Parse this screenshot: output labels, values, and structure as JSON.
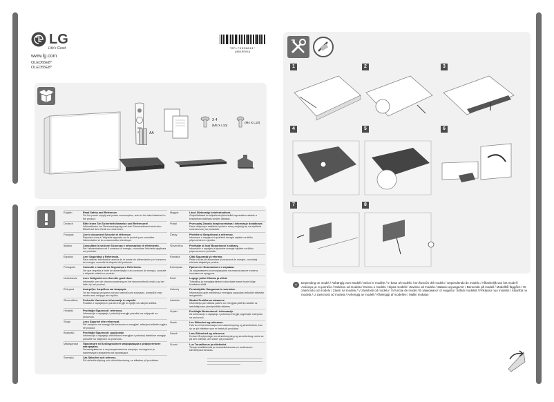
{
  "header": {
    "brand": "LG",
    "tagline": "Life's Good",
    "website": "www.lg.com",
    "models": [
      "OLED65E8*",
      "OLED55E8*"
    ],
    "barcode_text": "*MFL70359813*",
    "barcode_sub": "(1803-REV01)"
  },
  "parts": {
    "battery_label": "AA",
    "screw_qty": "X 4",
    "screw_spec_1": "(M5 X L10)",
    "screw_spec_2": "(M4 X L10)"
  },
  "steps": [
    "1",
    "2",
    "3",
    "4",
    "5",
    "6",
    "7",
    "8"
  ],
  "languages_left": [
    {
      "lang": "English",
      "title": "Read Safety and Reference.",
      "body": "For the power supply and power consumption, refer to the label attached to the product."
    },
    {
      "lang": "Deutsch",
      "title": "Bitte lesen Sie Sicherheitshinweise und Referenzen!",
      "body": "Informationen zur Stromversorgung und zum Stromverbrauch sind dem Etikett auf dem Gerät zu entnehmen."
    },
    {
      "lang": "Français",
      "title": "Lire le document Sécurité et référence.",
      "body": "Reportez-vous à l'étiquette apposée sur le produit pour connaître l'alimentation et la consommation électrique."
    },
    {
      "lang": "Italiano",
      "title": "Consultare la sezione Sicurezza e informazioni di riferimento.",
      "body": "Per l'alimentazione ed il consumo di energia, consultare l'etichetta applicata sul prodotto."
    },
    {
      "lang": "Español",
      "title": "Leer Seguridad y Referencia.",
      "body": "Para obtener información acerca de la fuente de alimentación y el consumo de energía, consulte la etiqueta del producto."
    },
    {
      "lang": "Português",
      "title": "Consulte o manual de Segurança e Referência.",
      "body": "Ver que respeita à fonte de alimentação e ao consumo de energia, consulte a etiqueta colada no produto."
    },
    {
      "lang": "Nederlands",
      "title": "Lees Veiligheid en referentie goed door.",
      "body": "Informatie over de stroomvoorziening en het stroomverbruik vindt u op het label op het product."
    },
    {
      "lang": "Ελληνικά",
      "title": "Ανατρέξτε: Ασφάλεια και Αναφορά.",
      "body": "Για την παροχή ρεύματος και την κατανάλωση ενέργειας, ανατρέξτε στην ετικέτα που υπάρχει στο προϊόν."
    },
    {
      "lang": "Slovenščina",
      "title": "Preberite Varnostne informacije in napotki.",
      "body": "Podatke o napajanju in porabi energije si oglejte na nalepki izdelka."
    },
    {
      "lang": "Hrvatski",
      "title": "Pročitajte Sigurnost i referenca.",
      "body": "Informacije o napajanju i potrošnji energije potražite na naljepnici na proizvodu."
    },
    {
      "lang": "Shqip",
      "title": "Lexo Sigurinë dhe referencat.",
      "body": "Për ushqimin me energji dhe konsumin e energjisë, referojuni etiketës ngjitur në produkt."
    },
    {
      "lang": "Bosanski",
      "title": "Pročitajte Sigurnost i upućivanje.",
      "body": "Informacije o napajanju električnom energijom i potrošnji električne energije potražite na naljepnici na proizvodu."
    },
    {
      "lang": "Македонски",
      "title": "Прочитајте ги Безбедносните информации и референтните материјали.",
      "body": "За напојувањето и потрошувачката на енергија, погледнете ја налепницата прикачена на производот."
    },
    {
      "lang": "Svenska",
      "title": "Läs Säkerhet och referens.",
      "body": "För strömförsörjning och strömförbrukning, se etiketten på produkten."
    }
  ],
  "languages_right": [
    {
      "lang": "Magyar",
      "title": "Lásd: Biztonsági óvintézkedések.",
      "body": "A tápellátással és teljesítményfelvétellel kapcsolatos adatok a készüléken található címkén láthatók."
    },
    {
      "lang": "Polski",
      "title": "Przeczytaj Zasady bezpieczeństwa i informacje dodatkowe.",
      "body": "Dane dotyczące zasilania i poboru mocy znajdują się na etykiecie umieszczonej na produkcie."
    },
    {
      "lang": "Česky",
      "title": "Přečtěte si Bezpečnost a reference.",
      "body": "Informace o napájení a spotřebě energie najdete na štítku připevněném k výrobku."
    },
    {
      "lang": "Slovenčina",
      "title": "Prečítajte si časť Bezpečnosť a odkazy.",
      "body": "Informácie o napájaní a spotrebe energie nájdete na štítku pripevnenom k produktu."
    },
    {
      "lang": "Română",
      "title": "Citiţi Siguranţă şi referinţe.",
      "body": "Pentru sursa de alimentare şi consumul de energie, consultaţi eticheta ataşată pe produs."
    },
    {
      "lang": "Български",
      "title": "Прочетете Безопасност и справки.",
      "body": "За захранването и консумацията на енергия вижте етикета, поставен на продукта."
    },
    {
      "lang": "Eesti",
      "title": "Lugege juhist Ohutus ja viited.",
      "body": "Toiteallika ja energiatarbimise kohta leiate teavet toote külge kinnitatud sildilt."
    },
    {
      "lang": "Lietuvių",
      "title": "Perskaitykite Saugumas ir nuorodos.",
      "body": "Informacijos apie maitinimą ir energijos sąnaudas ieškokite etiketėje ant gaminio."
    },
    {
      "lang": "Latviešu",
      "title": "Skatiet Drošība un atsauces.",
      "body": "Informāciju par strāvas padevi un enerģijas patēriņu skatiet uz izstrādājumam piestiprinātās etiķetes."
    },
    {
      "lang": "Srpski",
      "title": "Pročitajte Bezbednost i informacije.",
      "body": "Za informacije o napajanju i potrošnji energije pogledajte nalepnicu na proizvodu."
    },
    {
      "lang": "Norsk",
      "title": "Les Sikkerhet og referanse.",
      "body": "Hvis du vil ha informasjon om strømforsyning og strømforbruk, kan du se på etiketten som er festet på produktet."
    },
    {
      "lang": "Dansk",
      "title": "Læs Sikkerhed og reference.",
      "body": "Du kan få oplysninger om strømforsyning og strømforbrug ved at se på den mærkat, der sidder på produktet."
    },
    {
      "lang": "Suomi",
      "title": "Lue Turvallisuus ja viitetiedot.",
      "body": "Tietoja virtalähteestä ja virrankulutuksesta on tuotteeseen kiinnitetyssä tarrassa."
    }
  ],
  "depending_note": "Depending on model / Abhängig vom Modell / Selon le modèle / In base al modello / En función del modelo / Dependendo do modelo / Afhankelijk van het model / Ανάλογα με το μοντέλο / Odvisno od modela / Ovisno o modelu / Sipas modelit / Zavisno od modela / Зависи од моделот / Beroende på modell / Modelltől függően / W zależności od modelu / Závisí na modelu / V závislosti od modelu / În funcţie de model / В зависимост от модела / Sõltub mudelist / Priklauso nuo modelio / Atkarībā no modeļa / U zavisnosti od modela / Avhengig av modell / Afhængigt af modellen / Mallin mukaan"
}
